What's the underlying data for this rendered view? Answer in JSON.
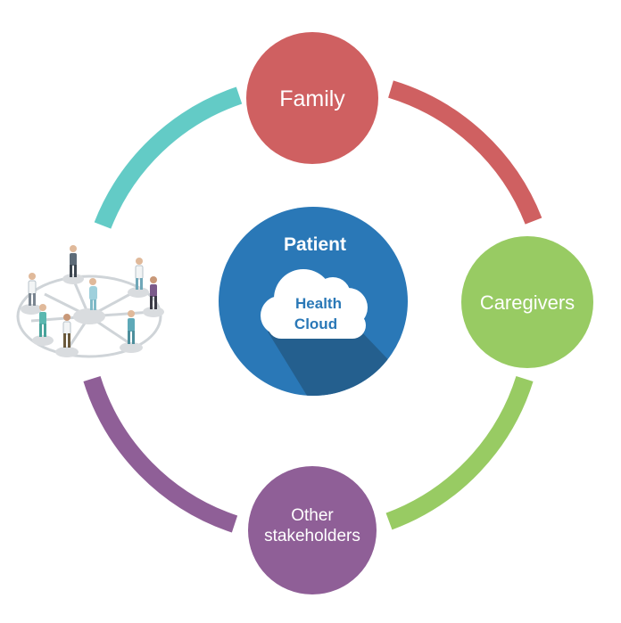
{
  "center": {
    "title": "Patient",
    "cloud_line1": "Health",
    "cloud_line2": "Cloud",
    "bg_color": "#2a78b7",
    "shadow_color": "#245f8e"
  },
  "nodes": {
    "family": {
      "label": "Family",
      "color": "#cf6061"
    },
    "caregivers": {
      "label": "Caregivers",
      "color": "#98cb63"
    },
    "other_line1": "Other",
    "other_line2": "stakeholders",
    "other_color": "#8f5f97"
  },
  "arcs": {
    "teal": "#63cbc6",
    "red": "#cf6061",
    "green": "#98cb63",
    "purple": "#8f5f97"
  },
  "network": {
    "icon": "care-team-network-illustration"
  }
}
